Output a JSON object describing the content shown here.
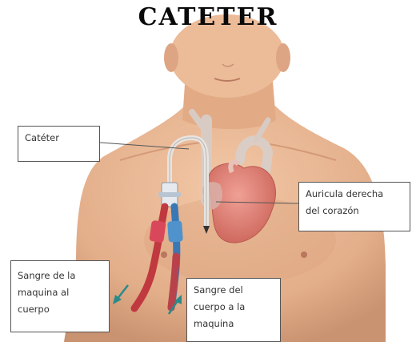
{
  "title": "CATETER",
  "labels": {
    "cateter": "Catéter",
    "auricula_line1": "Auricula derecha",
    "auricula_line2": "del corazón",
    "sangre_maquina_line1": "Sangre de la",
    "sangre_maquina_line2": "maquina al",
    "sangre_maquina_line3": "cuerpo",
    "sangre_cuerpo_line1": "Sangre del",
    "sangre_cuerpo_line2": "cuerpo a la",
    "sangre_cuerpo_line3": "maquina"
  },
  "colors": {
    "skin": "#e8b794",
    "skin_shadow": "#c9906e",
    "heart": "#e07f73",
    "vessel": "#d9cfc8",
    "arterial_line": "#c0393f",
    "venous_line": "#3a78b5",
    "arrow_teal": "#2a8a8a"
  }
}
